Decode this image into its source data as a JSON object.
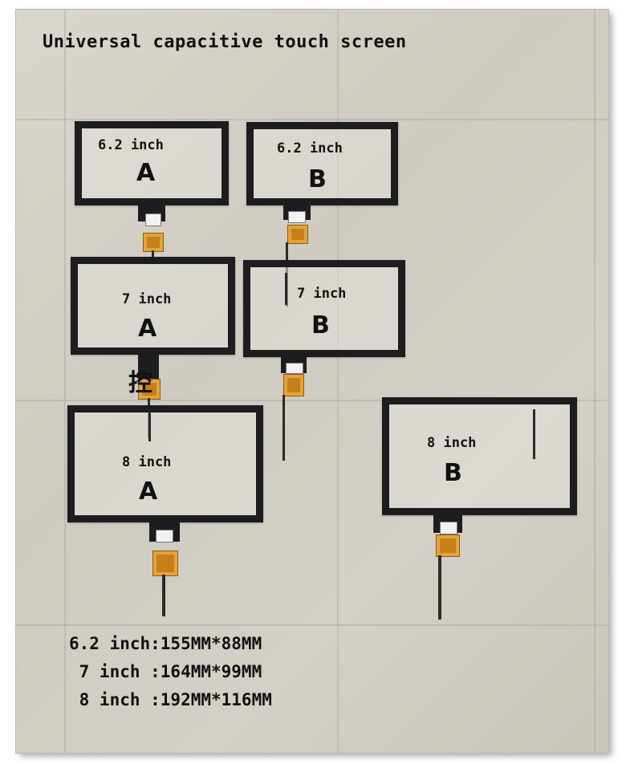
{
  "title": "Universal capacitive touch screen",
  "panels": [
    {
      "size": "6.2 inch",
      "variant": "A"
    },
    {
      "size": "6.2 inch",
      "variant": "B"
    },
    {
      "size": "7 inch",
      "variant": "A"
    },
    {
      "size": "7 inch",
      "variant": "B"
    },
    {
      "size": "8 inch",
      "variant": "A"
    },
    {
      "size": "8 inch",
      "variant": "B"
    }
  ],
  "cjk_mark": "控",
  "specs": [
    "6.2 inch:155MM*88MM",
    " 7 inch :164MM*99MM",
    " 8 inch :192MM*116MM"
  ]
}
